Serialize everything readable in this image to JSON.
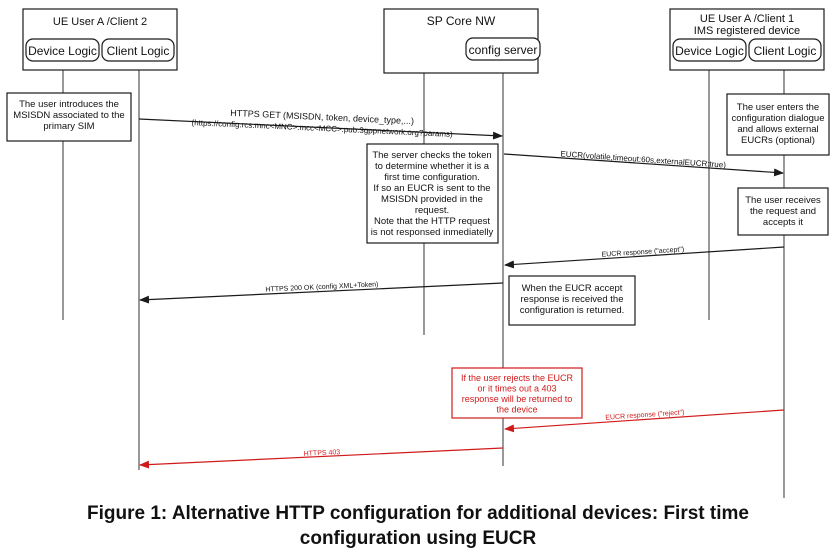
{
  "participants": {
    "client2": {
      "title": "UE User A /Client 2",
      "device_logic": "Device Logic",
      "client_logic": "Client Logic"
    },
    "core": {
      "title": "SP Core NW",
      "config_server": "config server"
    },
    "client1": {
      "title_line1": "UE User A /Client 1",
      "title_line2": "IMS registered device",
      "device_logic": "Device Logic",
      "client_logic": "Client Logic"
    }
  },
  "notes": {
    "msisdn": [
      "The user introduces the",
      "MSISDN associated to the",
      "primary SIM"
    ],
    "enter_config": [
      "The user enters the",
      "configuration dialogue",
      "and allows external",
      "EUCRs (optional)"
    ],
    "server_check": [
      "The server checks the token",
      "to determine whether it is a",
      "first time configuration.",
      "If so an EUCR is sent to the",
      "MSISDN provided in the",
      "request.",
      "Note that the HTTP request",
      "is not responsed inmediatelly"
    ],
    "receives": [
      "The user receives",
      "the request and",
      "accepts it"
    ],
    "accept_received": [
      "When the EUCR accept",
      "response is received the",
      "configuration is returned."
    ],
    "reject": [
      "If the user rejects the EUCR",
      "or it times out a 403",
      "response will be returned to",
      "the device"
    ]
  },
  "messages": {
    "https_get_1": "HTTPS GET (MSISDN, token, device_type,...)",
    "https_get_2": "(https://config.rcs.mnc<MNC>.mcc<MCC>.pub.3gppnetwork.org?params)",
    "eucr": "EUCR(volatile,timeout:60s,externalEUCR:true)",
    "eucr_accept": "EUCR response (\"accept\")",
    "https_200": "HTTPS 200 OK (config XML+Token)",
    "eucr_reject": "EUCR response (\"reject\")",
    "https_403": "HTTPS 403"
  },
  "colors": {
    "line": "#1a1a1a",
    "reject": "#d11a1a"
  },
  "caption": {
    "line1": "Figure 1: Alternative HTTP configuration for additional devices: First time",
    "line2": "configuration using EUCR"
  }
}
